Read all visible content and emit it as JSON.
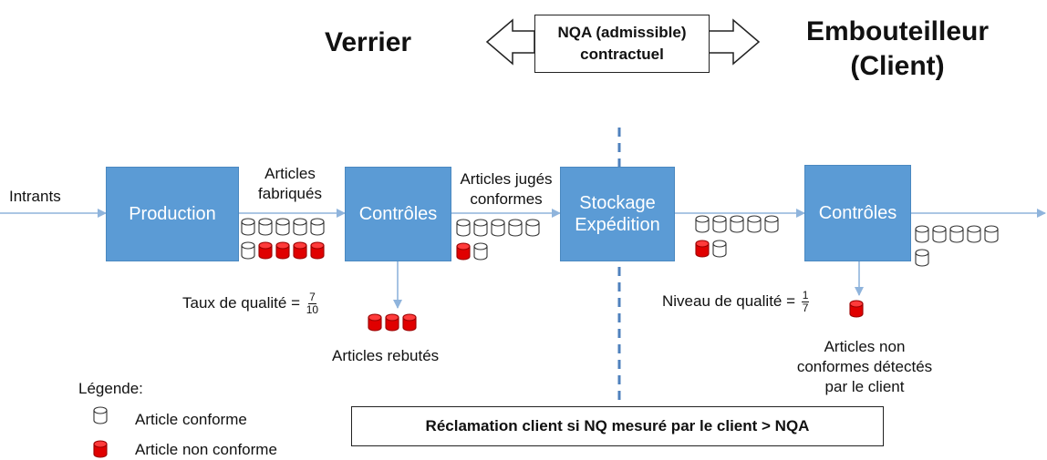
{
  "header": {
    "left_party": "Verrier",
    "contract_line1": "NQA (admissible)",
    "contract_line2": "contractuel",
    "right_party_line1": "Embouteilleur",
    "right_party_line2": "(Client)"
  },
  "flow": {
    "input_label": "Intrants",
    "production": "Production",
    "controls_supplier": "Contrôles",
    "storage_line1": "Stockage",
    "storage_line2": "Expédition",
    "controls_client": "Contrôles",
    "manufactured_line1": "Articles",
    "manufactured_line2": "fabriqués",
    "judged_line1": "Articles jugés",
    "judged_line2": "conformes"
  },
  "metrics": {
    "quality_rate_label": "Taux de qualité =",
    "quality_rate_num": "7",
    "quality_rate_den": "10",
    "quality_level_label": "Niveau de qualité =",
    "quality_level_num": "1",
    "quality_level_den": "7"
  },
  "outputs": {
    "scrapped": "Articles rebutés",
    "nonconform_line1": "Articles non",
    "nonconform_line2": "conformes détectés",
    "nonconform_line3": "par le client"
  },
  "legend": {
    "title": "Légende:",
    "conform": "Article conforme",
    "nonconform": "Article non conforme"
  },
  "claim": "Réclamation client si NQ mesuré par le client > NQA",
  "colors": {
    "process_box": "#5b9bd5",
    "flow_arrow": "#8fb4dc",
    "divider": "#4f81bd",
    "nonconform_fill": "#e00000"
  },
  "groups": {
    "after_production": {
      "conform": 6,
      "nonconform": 4
    },
    "scrapped": {
      "conform": 0,
      "nonconform": 3
    },
    "after_controls": {
      "conform": 6,
      "nonconform": 1
    },
    "after_storage": {
      "conform": 6,
      "nonconform": 1
    },
    "client_detected": {
      "conform": 0,
      "nonconform": 1
    },
    "after_client_controls": {
      "conform": 6,
      "nonconform": 0
    }
  }
}
